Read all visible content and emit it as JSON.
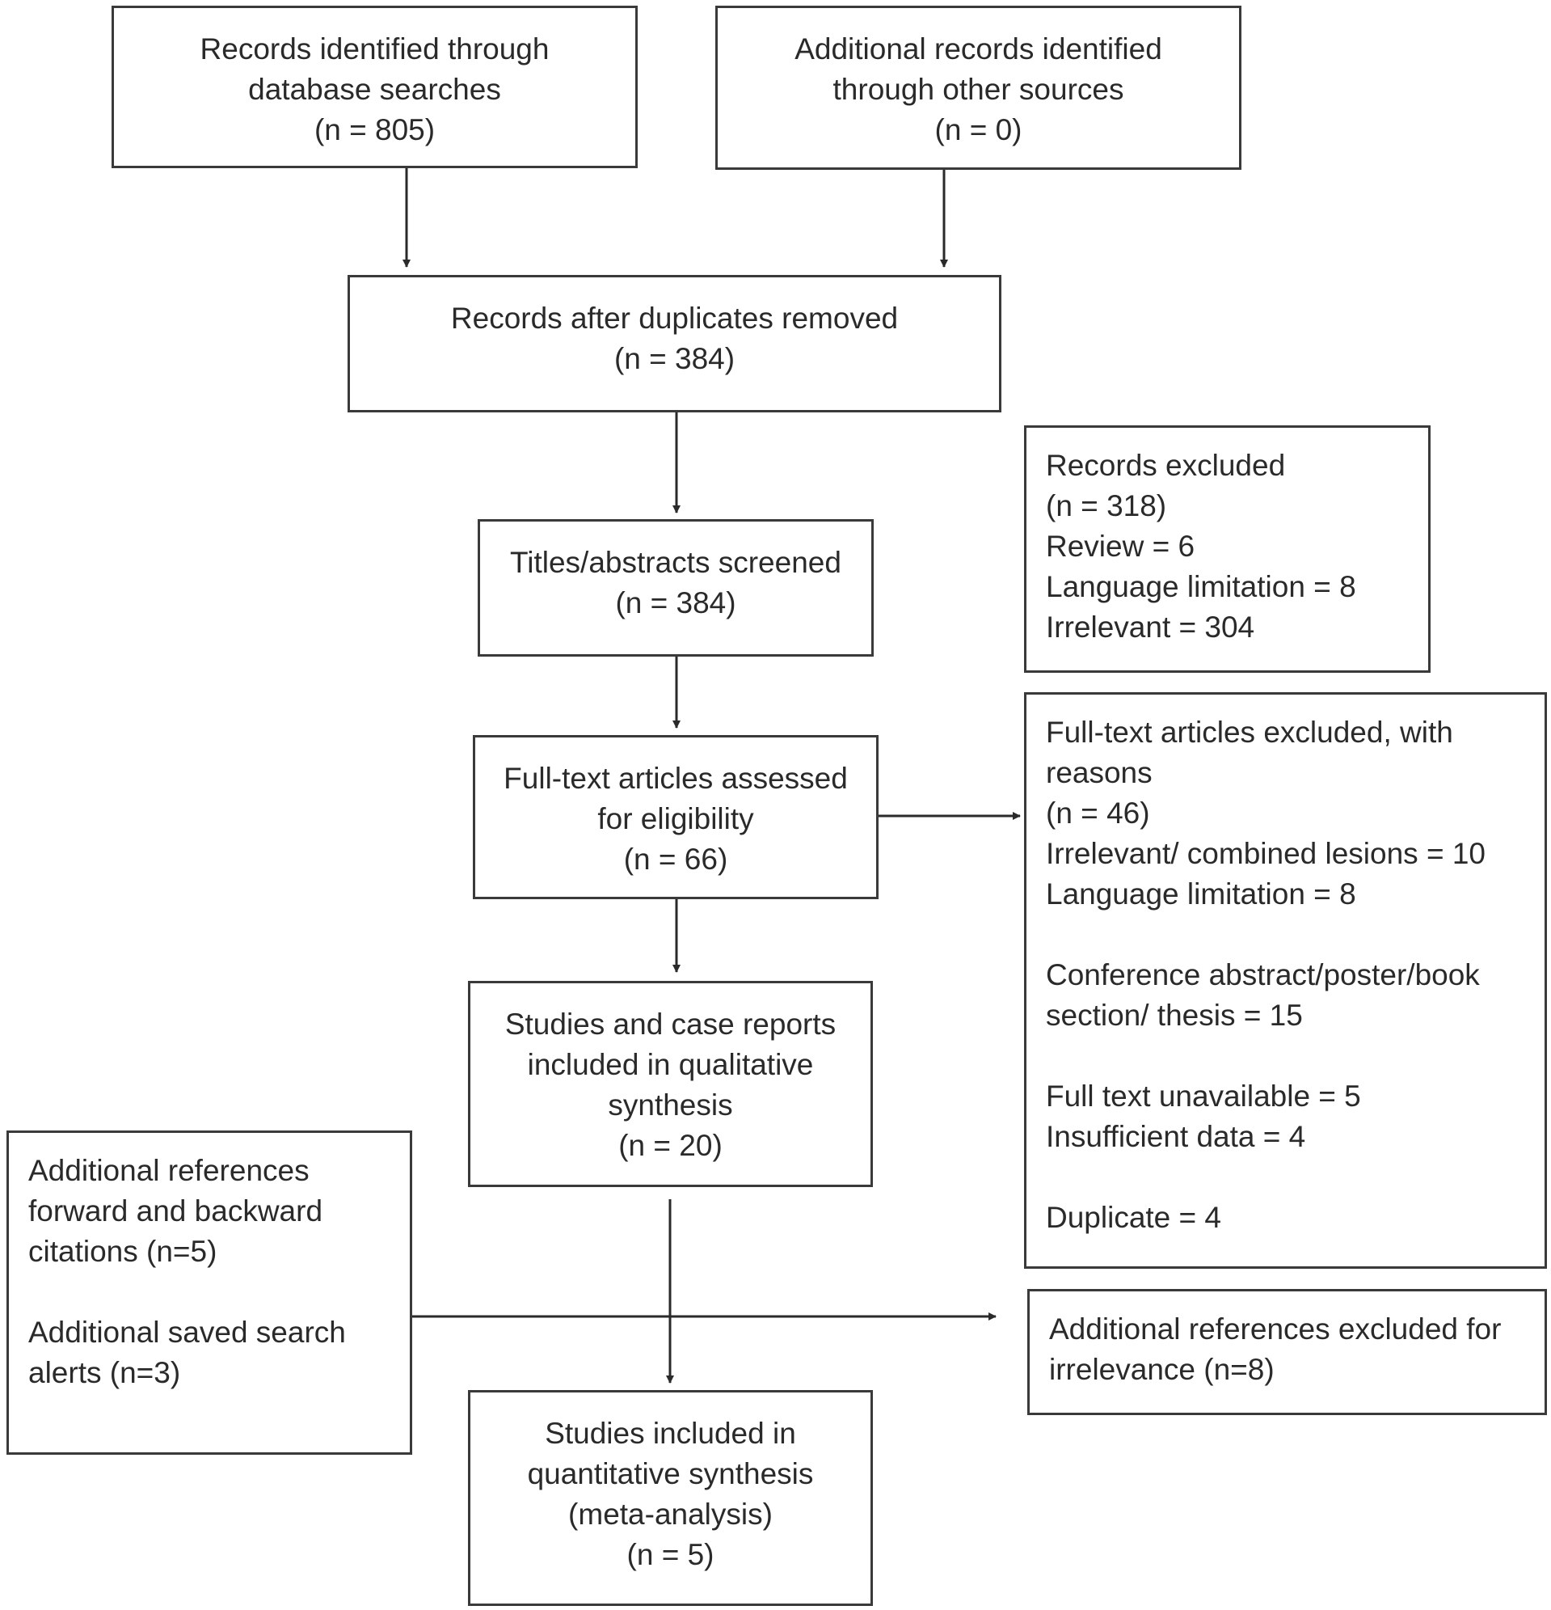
{
  "boxes": {
    "database_searches": {
      "lines": [
        "Records identified through",
        "database searches",
        "(n = 805)"
      ]
    },
    "other_sources": {
      "lines": [
        "Additional records identified",
        "through other sources",
        "(n = 0)"
      ]
    },
    "duplicates_removed": {
      "lines": [
        "Records after duplicates removed",
        "(n = 384)"
      ]
    },
    "screened": {
      "lines": [
        "Titles/abstracts screened",
        "(n = 384)"
      ]
    },
    "records_excluded": {
      "lines": [
        "Records excluded",
        "(n = 318)",
        "Review = 6",
        "Language limitation = 8",
        "Irrelevant = 304"
      ]
    },
    "fulltext_assessed": {
      "lines": [
        "Full-text articles assessed",
        "for eligibility",
        "(n = 66)"
      ]
    },
    "fulltext_excluded": {
      "line1": "Full-text articles excluded, with",
      "line2": "reasons",
      "line3": "(n = 46)",
      "line4": "Irrelevant/ combined lesions = 10",
      "line5": "Language limitation = 8",
      "line6": "Conference abstract/poster/book",
      "line7": "section/ thesis = 15",
      "line8": "Full text unavailable = 5",
      "line9": "Insufficient data = 4",
      "line10": "Duplicate = 4"
    },
    "qualitative": {
      "lines": [
        "Studies and case reports",
        "included in qualitative",
        "synthesis",
        "(n = 20)"
      ]
    },
    "additional_refs": {
      "line1": "Additional references",
      "line2": "forward and backward",
      "line3": "citations (n=5)",
      "line4": "Additional saved search",
      "line5": "alerts (n=3)"
    },
    "refs_excluded": {
      "lines": [
        "Additional references excluded for",
        "irrelevance (n=8)"
      ]
    },
    "quantitative": {
      "lines": [
        "Studies included in",
        "quantitative synthesis",
        "(meta-analysis)",
        "(n = 5)"
      ]
    }
  }
}
